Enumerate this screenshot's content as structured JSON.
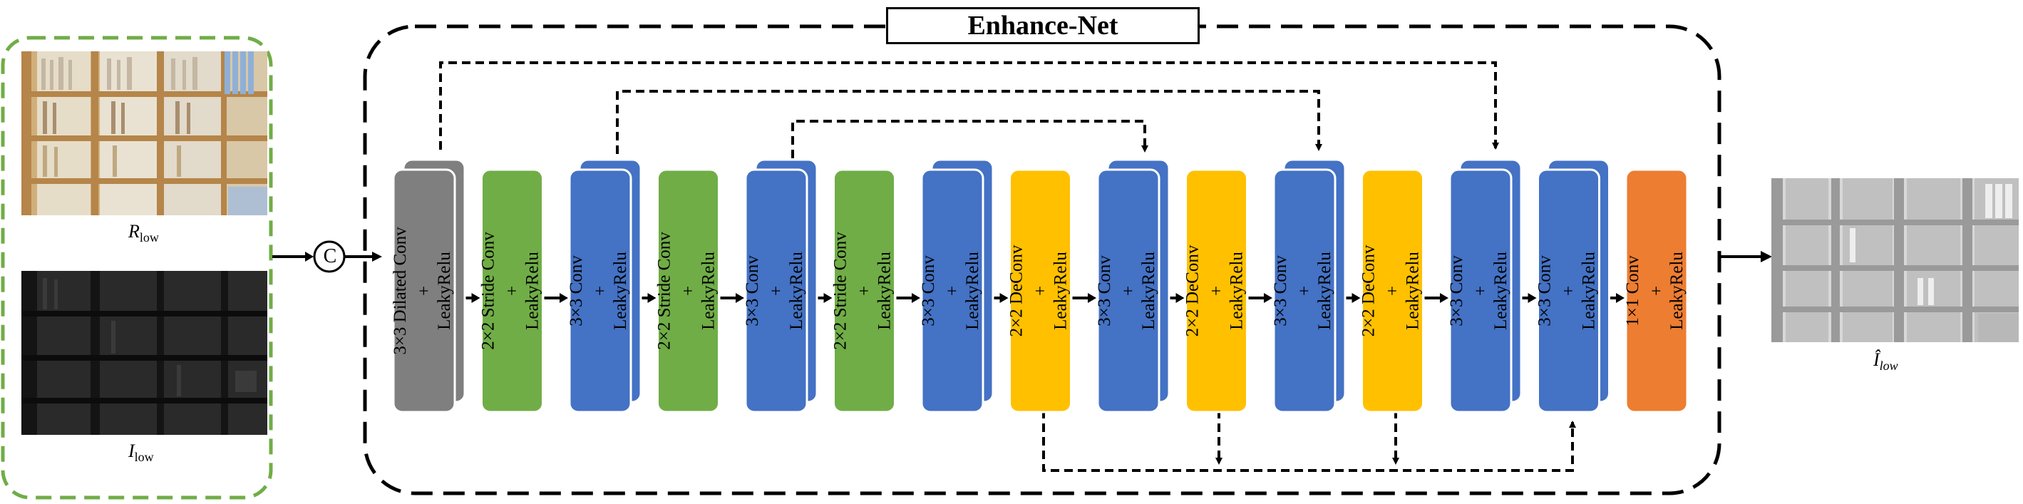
{
  "title": "Enhance-Net",
  "inputs": {
    "reflectance_label_main": "R",
    "reflectance_label_sub": "low",
    "illumination_label_main": "I",
    "illumination_label_sub": "low",
    "concat_symbol": "C"
  },
  "output": {
    "label_main": "Î",
    "label_sub": "low"
  },
  "colors": {
    "gray": "#7f7f7f",
    "green": "#70ad47",
    "blue": "#4472c4",
    "yellow": "#ffc000",
    "orange": "#ed7d31",
    "input_border": "#70ad47"
  },
  "layers": [
    {
      "id": "l1",
      "l1": "3×3 Dilated Conv",
      "l2": "+",
      "l3": "LeakyRelu",
      "color": "gray",
      "stacked": true
    },
    {
      "id": "l2",
      "l1": "2×2 Stride Conv",
      "l2": "+",
      "l3": "LeakyRelu",
      "color": "green",
      "stacked": false
    },
    {
      "id": "l3",
      "l1": "3×3 Conv",
      "l2": "+",
      "l3": "LeakyRelu",
      "color": "blue",
      "stacked": true
    },
    {
      "id": "l4",
      "l1": "2×2 Stride Conv",
      "l2": "+",
      "l3": "LeakyRelu",
      "color": "green",
      "stacked": false
    },
    {
      "id": "l5",
      "l1": "3×3 Conv",
      "l2": "+",
      "l3": "LeakyRelu",
      "color": "blue",
      "stacked": true
    },
    {
      "id": "l6",
      "l1": "2×2 Stride Conv",
      "l2": "+",
      "l3": "LeakyRelu",
      "color": "green",
      "stacked": false
    },
    {
      "id": "l7",
      "l1": "3×3 Conv",
      "l2": "+",
      "l3": "LeakyRelu",
      "color": "blue",
      "stacked": true
    },
    {
      "id": "l8",
      "l1": "2×2 DeConv",
      "l2": "+",
      "l3": "LeakyRelu",
      "color": "yellow",
      "stacked": false
    },
    {
      "id": "l9",
      "l1": "3×3 Conv",
      "l2": "+",
      "l3": "LeakyRelu",
      "color": "blue",
      "stacked": true
    },
    {
      "id": "l10",
      "l1": "2×2 DeConv",
      "l2": "+",
      "l3": "LeakyRelu",
      "color": "yellow",
      "stacked": false
    },
    {
      "id": "l11",
      "l1": "3×3 Conv",
      "l2": "+",
      "l3": "LeakyRelu",
      "color": "blue",
      "stacked": true
    },
    {
      "id": "l12",
      "l1": "2×2 DeConv",
      "l2": "+",
      "l3": "LeakyRelu",
      "color": "yellow",
      "stacked": false
    },
    {
      "id": "l13",
      "l1": "3×3 Conv",
      "l2": "+",
      "l3": "LeakyRelu",
      "color": "blue",
      "stacked": true
    },
    {
      "id": "l14",
      "l1": "3×3 Conv",
      "l2": "+",
      "l3": "LeakyRelu",
      "color": "blue",
      "stacked": true
    },
    {
      "id": "l15",
      "l1": "1×1 Conv",
      "l2": "+",
      "l3": "LeakyRelu",
      "color": "orange",
      "stacked": false
    }
  ]
}
